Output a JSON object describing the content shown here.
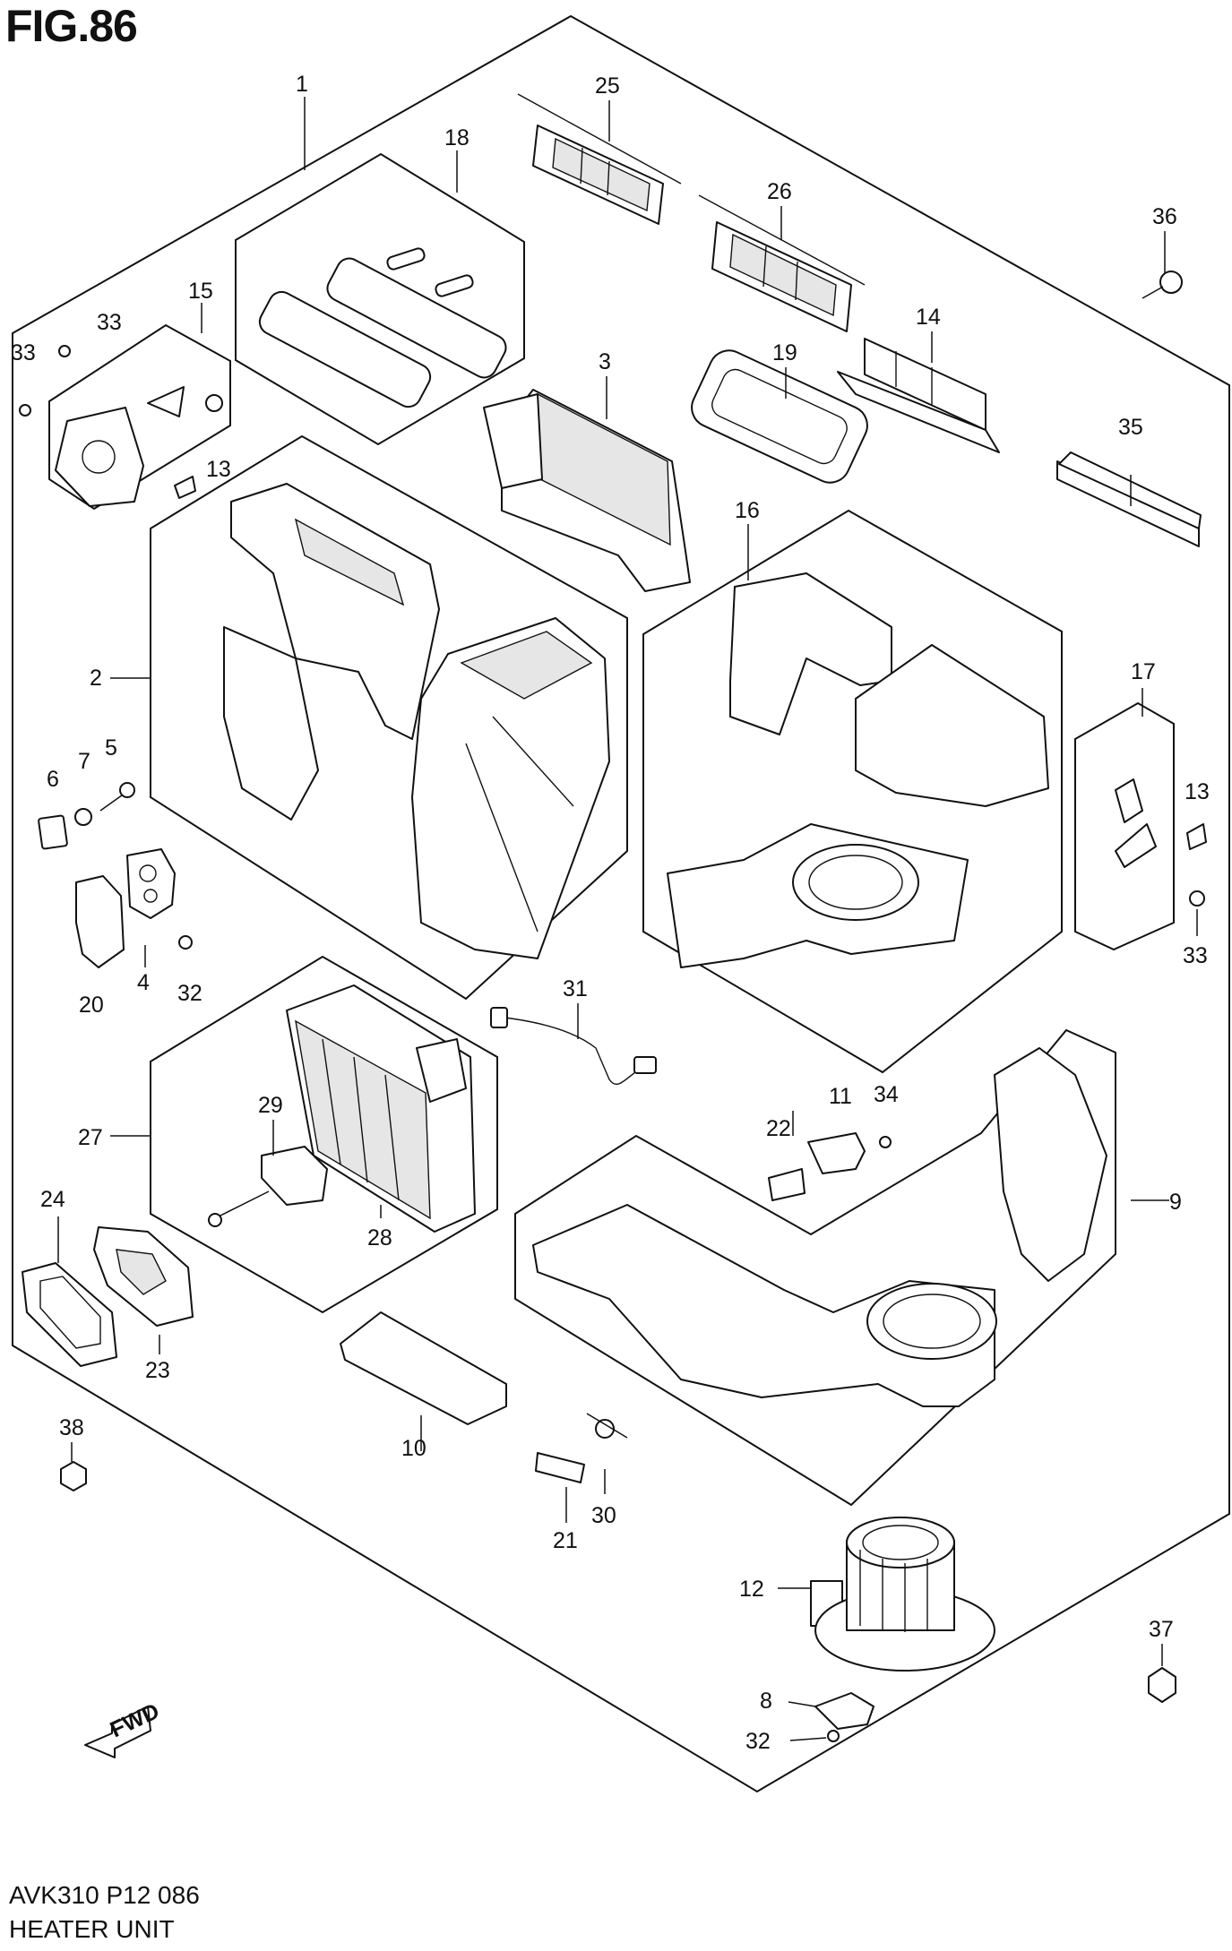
{
  "figure": {
    "title": "FIG.86",
    "code": "AVK310 P12 086",
    "name": "HEATER UNIT"
  },
  "callouts": [
    {
      "id": "c1",
      "text": "1"
    },
    {
      "id": "c2",
      "text": "2"
    },
    {
      "id": "c3",
      "text": "3"
    },
    {
      "id": "c4",
      "text": "4"
    },
    {
      "id": "c5",
      "text": "5"
    },
    {
      "id": "c6",
      "text": "6"
    },
    {
      "id": "c7",
      "text": "7"
    },
    {
      "id": "c8",
      "text": "8"
    },
    {
      "id": "c9",
      "text": "9"
    },
    {
      "id": "c10",
      "text": "10"
    },
    {
      "id": "c11",
      "text": "11"
    },
    {
      "id": "c12",
      "text": "12"
    },
    {
      "id": "c13a",
      "text": "13"
    },
    {
      "id": "c13b",
      "text": "13"
    },
    {
      "id": "c14",
      "text": "14"
    },
    {
      "id": "c15",
      "text": "15"
    },
    {
      "id": "c16",
      "text": "16"
    },
    {
      "id": "c17",
      "text": "17"
    },
    {
      "id": "c18",
      "text": "18"
    },
    {
      "id": "c19",
      "text": "19"
    },
    {
      "id": "c20",
      "text": "20"
    },
    {
      "id": "c21",
      "text": "21"
    },
    {
      "id": "c22",
      "text": "22"
    },
    {
      "id": "c23",
      "text": "23"
    },
    {
      "id": "c24",
      "text": "24"
    },
    {
      "id": "c25",
      "text": "25"
    },
    {
      "id": "c26",
      "text": "26"
    },
    {
      "id": "c27",
      "text": "27"
    },
    {
      "id": "c28",
      "text": "28"
    },
    {
      "id": "c29",
      "text": "29"
    },
    {
      "id": "c30",
      "text": "30"
    },
    {
      "id": "c31",
      "text": "31"
    },
    {
      "id": "c32a",
      "text": "32"
    },
    {
      "id": "c32b",
      "text": "32"
    },
    {
      "id": "c33a",
      "text": "33"
    },
    {
      "id": "c33b",
      "text": "33"
    },
    {
      "id": "c33c",
      "text": "33"
    },
    {
      "id": "c34",
      "text": "34"
    },
    {
      "id": "c35",
      "text": "35"
    },
    {
      "id": "c36",
      "text": "36"
    },
    {
      "id": "c37",
      "text": "37"
    },
    {
      "id": "c38",
      "text": "38"
    }
  ],
  "direction_marker": {
    "text": "FWD",
    "icon": "front-direction-arrow-icon"
  }
}
